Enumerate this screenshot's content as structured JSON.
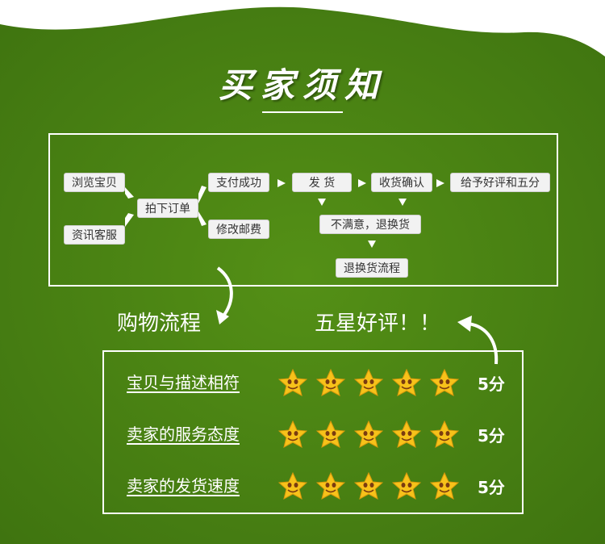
{
  "colors": {
    "green": "#4c8613",
    "green_dark": "#3b6f0c",
    "white": "#ffffff",
    "star": "#f7c21a"
  },
  "header": {
    "title": "买家须知"
  },
  "flow": {
    "nodes": {
      "browse": "浏览宝贝",
      "inquire": "资讯客服",
      "order": "拍下订单",
      "paid": "支付成功",
      "edit_shipping": "修改邮费",
      "ship": "发  货",
      "receive": "收货确认",
      "review": "给予好评和五分",
      "unhappy": "不满意，退换货",
      "return_flow": "退换货流程"
    }
  },
  "labels": {
    "process": "购物流程",
    "five_star": "五星好评！！"
  },
  "ratings": [
    {
      "label": "宝贝与描述相符",
      "score": "5分",
      "stars": 5
    },
    {
      "label": "卖家的服务态度",
      "score": "5分",
      "stars": 5
    },
    {
      "label": "卖家的发货速度",
      "score": "5分",
      "stars": 5
    }
  ]
}
